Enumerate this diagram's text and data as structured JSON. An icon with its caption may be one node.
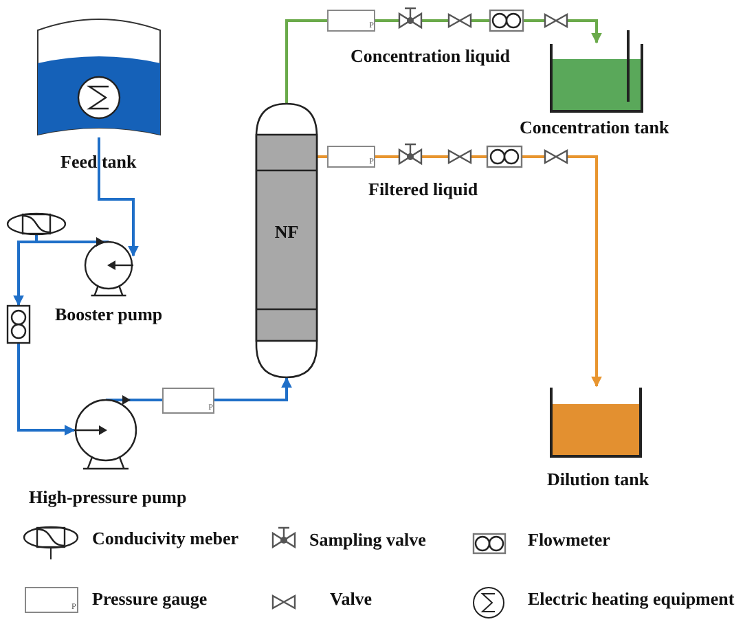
{
  "diagram": {
    "nodes": [
      {
        "text": [
          "Feed tank"
        ]
      },
      {
        "text": [
          "Booster pump"
        ]
      },
      {
        "text": [],
        "shape": "ellipse"
      },
      {
        "text": [],
        "shape": "box"
      },
      {
        "text": [
          "High-pressure pump"
        ]
      },
      {
        "text": [
          "P"
        ]
      },
      {
        "text": [
          "NF"
        ]
      },
      {
        "text": [
          "P"
        ]
      },
      {
        "text": [],
        "shape": "valve"
      },
      {
        "text": [],
        "shape": "valve"
      },
      {
        "text": [],
        "shape": "box"
      },
      {
        "text": [],
        "shape": "valve"
      },
      {
        "text": [
          "Concentration tank"
        ]
      },
      {
        "text": [
          "P"
        ]
      },
      {
        "text": [],
        "shape": "valve"
      },
      {
        "text": [],
        "shape": "valve"
      },
      {
        "text": [],
        "shape": "box"
      },
      {
        "text": [],
        "shape": "valve"
      },
      {
        "text": [
          "Dilution tank"
        ]
      }
    ],
    "edges": [
      {
        "from": 0,
        "to": 1,
        "arrow": "to",
        "color": "#1f6fc8"
      },
      {
        "from": 1,
        "to": 3,
        "arrow": "to",
        "color": "#1f6fc8"
      },
      {
        "from": 2,
        "to": 1,
        "arrow": "none",
        "color": "#1f6fc8"
      },
      {
        "from": 3,
        "to": 4,
        "arrow": "to",
        "color": "#1f6fc8"
      },
      {
        "from": 4,
        "to": 5,
        "arrow": "none",
        "color": "#1f6fc8"
      },
      {
        "from": 5,
        "to": 6,
        "arrow": "to",
        "color": "#1f6fc8"
      },
      {
        "from": 6,
        "to": 7,
        "arrow": "none",
        "color": "#6aaa4a"
      },
      {
        "from": 7,
        "to": 8,
        "arrow": "none",
        "color": "#6aaa4a"
      },
      {
        "from": 8,
        "to": 9,
        "arrow": "none",
        "color": "#6aaa4a"
      },
      {
        "from": 9,
        "to": 10,
        "arrow": "none",
        "color": "#6aaa4a"
      },
      {
        "from": 10,
        "to": 11,
        "arrow": "none",
        "color": "#6aaa4a"
      },
      {
        "from": 11,
        "to": 12,
        "arrow": "to",
        "color": "#6aaa4a"
      },
      {
        "from": 6,
        "to": 13,
        "arrow": "none",
        "color": "#e8952f"
      },
      {
        "from": 13,
        "to": 14,
        "arrow": "none",
        "color": "#e8952f"
      },
      {
        "from": 14,
        "to": 15,
        "arrow": "none",
        "color": "#e8952f"
      },
      {
        "from": 15,
        "to": 16,
        "arrow": "none",
        "color": "#e8952f"
      },
      {
        "from": 16,
        "to": 17,
        "arrow": "none",
        "color": "#e8952f"
      },
      {
        "from": 17,
        "to": 18,
        "arrow": "to",
        "color": "#e8952f"
      }
    ],
    "labels": [
      "Concentration liquid",
      "Filtered liquid",
      "P"
    ],
    "legend": [
      {
        "text": "Conducivity meber"
      },
      {
        "text": "Sampling valve"
      },
      {
        "text": "Flowmeter"
      },
      {
        "text": "Pressure gauge"
      },
      {
        "text": "Valve"
      },
      {
        "text": "Electric heating equipment"
      }
    ]
  }
}
